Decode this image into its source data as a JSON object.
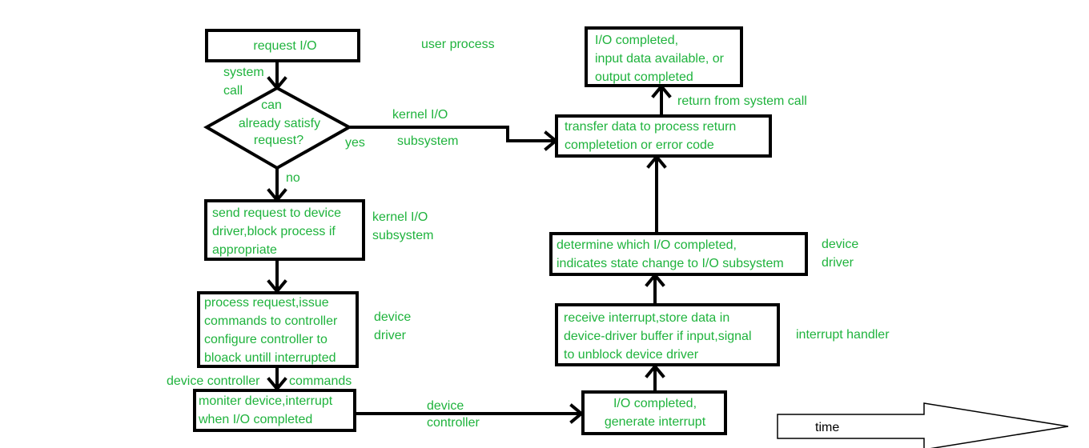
{
  "boxes": {
    "request_io": "request I/O",
    "can_satisfy": [
      "can",
      "already satisfy",
      "request?"
    ],
    "send_request": [
      "send request to device",
      "driver,block process if",
      "appropriate"
    ],
    "process_request": [
      "process request,issue",
      "commands to controller",
      "configure controller to",
      "bloack untill interrupted"
    ],
    "monitor_device": [
      "moniter device,interrupt",
      "when I/O completed"
    ],
    "io_completed_generate": [
      "I/O completed,",
      "generate interrupt"
    ],
    "receive_interrupt": [
      "receive interrupt,store data in",
      "device-driver buffer if input,signal",
      "to unblock device driver"
    ],
    "determine_which": [
      "determine which I/O completed,",
      "indicates state change to I/O subsystem"
    ],
    "transfer_data": [
      "transfer data to process return",
      "completetion or error code"
    ],
    "io_completed_final": [
      "I/O completed,",
      "input data available, or",
      "output completed"
    ]
  },
  "labels": {
    "user_process": "user process",
    "system_call": [
      "system",
      "call"
    ],
    "yes": "yes",
    "no": "no",
    "kernel_io_top": [
      "kernel I/O",
      "subsystem"
    ],
    "kernel_io_left": [
      "kernel I/O",
      "subsystem"
    ],
    "device_driver_left": [
      "device",
      "driver"
    ],
    "device_controller_left": "device controller",
    "commands": "commands",
    "device_controller_bottom": [
      "device",
      "controller"
    ],
    "interrupt_handler": "interrupt handler",
    "device_driver_right": [
      "device",
      "driver"
    ],
    "return_from_system_call": "return from system call",
    "time": "time"
  },
  "colors": {
    "text": "#1fb33d",
    "lines": "#000000"
  }
}
